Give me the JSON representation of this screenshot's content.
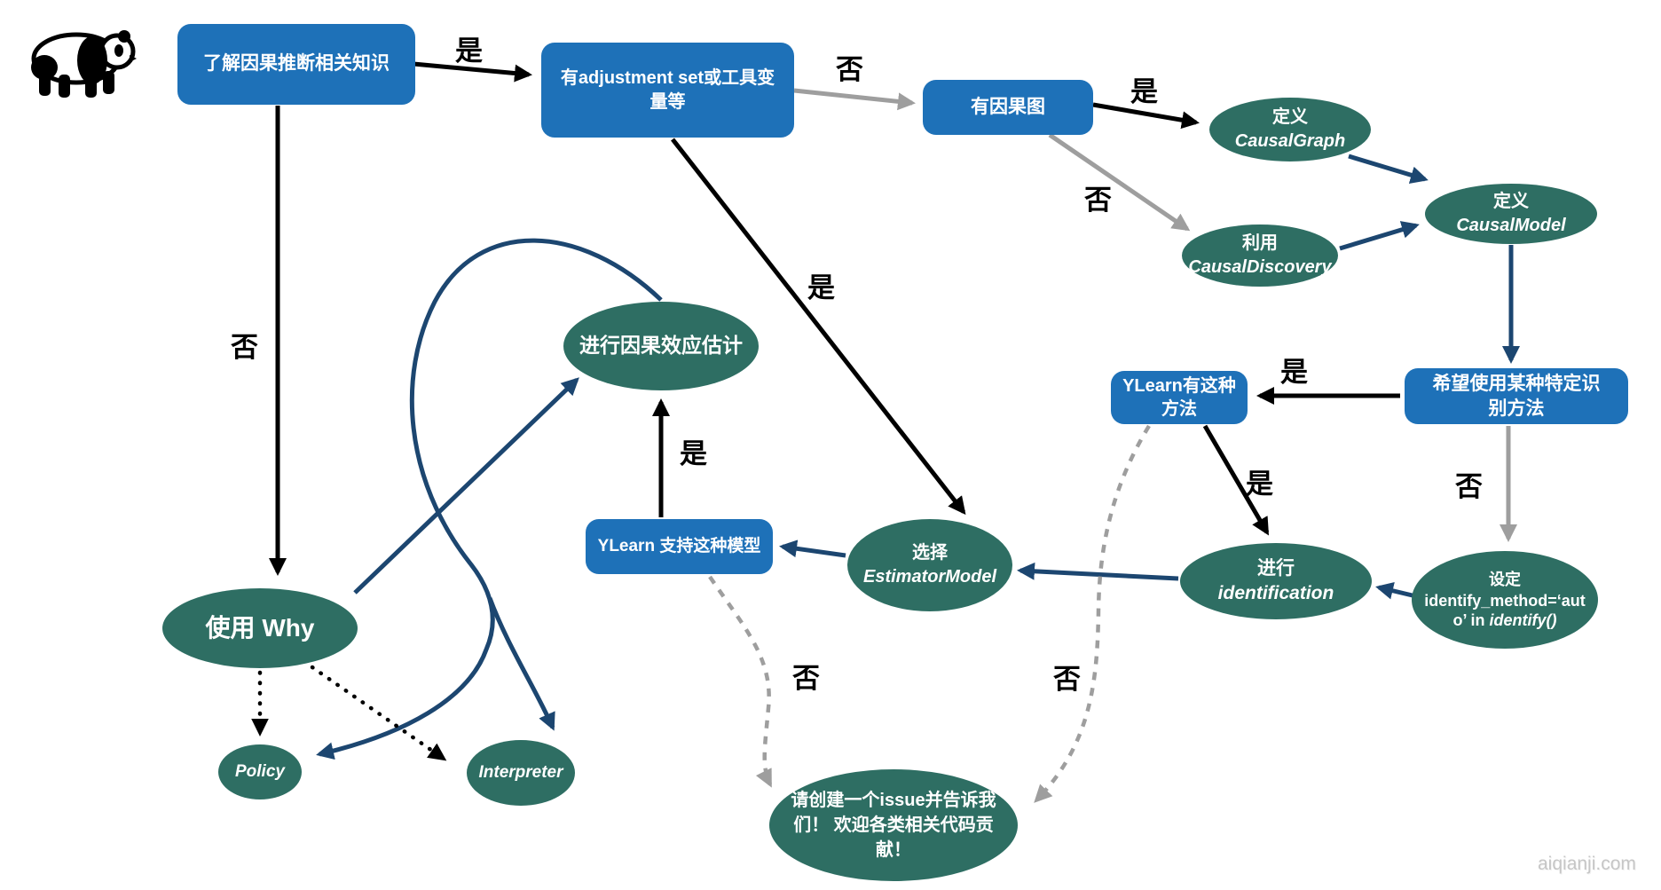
{
  "nodes": {
    "know": {
      "label": "了解因果推断相关知识"
    },
    "adjustment": {
      "label": "有adjustment set或工具变量等"
    },
    "has_causal_graph": {
      "label": "有因果图"
    },
    "define_causalgraph": {
      "zh": "定义",
      "en": "CausalGraph"
    },
    "use_causaldiscovery": {
      "zh": "利用",
      "en": "CausalDiscovery"
    },
    "define_causalmodel": {
      "zh": "定义",
      "en": "CausalModel"
    },
    "want_specific_method": {
      "label": "希望使用某种特定识别方法"
    },
    "ylearn_has_method": {
      "label": "YLearn有这种方法"
    },
    "do_identification": {
      "zh": "进行",
      "en": "identification"
    },
    "set_identify_method": {
      "zh": "设定",
      "code": "identify_method=‘auto’ in ",
      "code_italic": "identify()"
    },
    "choose_estimator": {
      "zh": "选择",
      "en": "EstimatorModel"
    },
    "ylearn_supports_model": {
      "label": "YLearn 支持这种模型"
    },
    "estimate_effect": {
      "label": "进行因果效应估计"
    },
    "use_why": {
      "label": "使用 Why"
    },
    "policy": {
      "label": "Policy"
    },
    "interpreter": {
      "label": "Interpreter"
    },
    "create_issue": {
      "label": "请创建一个issue并告诉我们！ 欢迎各类相关代码贡献！"
    }
  },
  "edge_labels": {
    "yes": "是",
    "no": "否"
  },
  "watermark": {
    "text": "aiqianji.com"
  },
  "colors": {
    "box_blue": "#1E71B8",
    "ellipse_teal": "#2E6E63",
    "arrow_navy": "#1C4670",
    "arrow_gray": "#9E9E9E",
    "arrow_black": "#000000",
    "watermark_gray": "#C6C6C6"
  }
}
